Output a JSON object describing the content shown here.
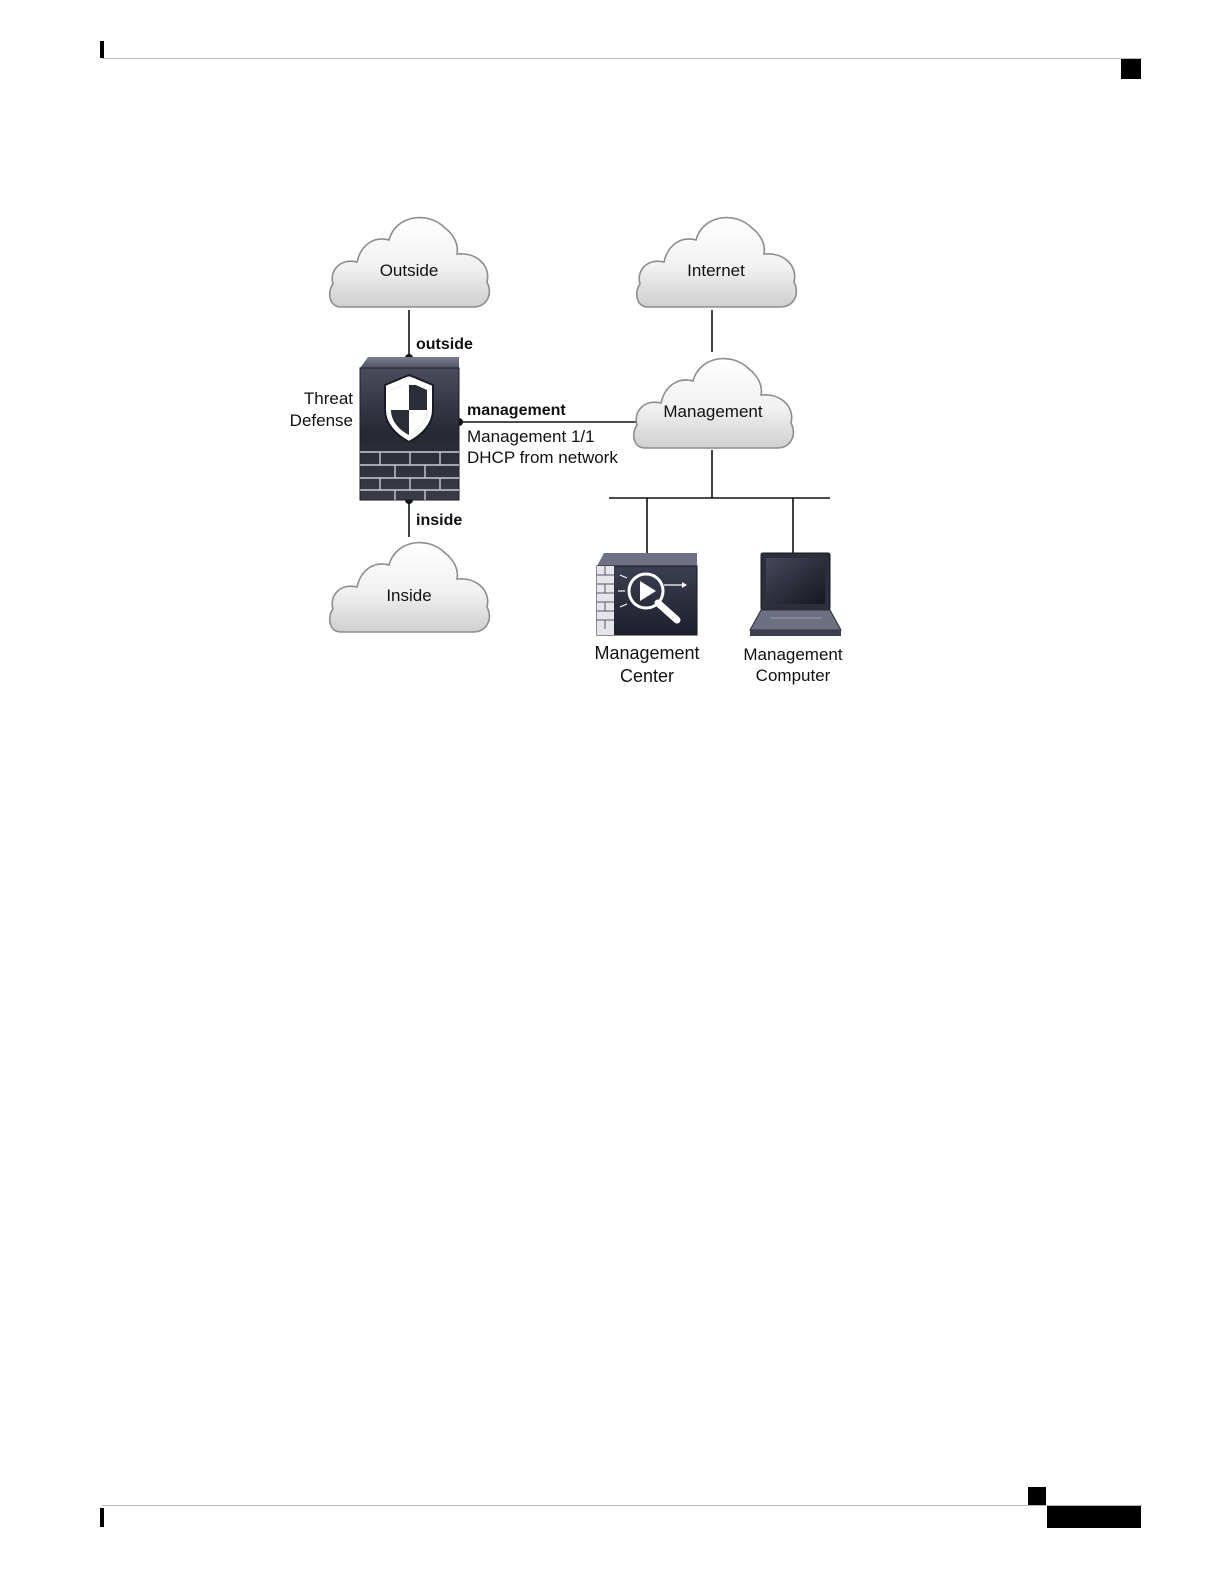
{
  "diagram": {
    "clouds": {
      "outside": "Outside",
      "internet": "Internet",
      "management": "Management",
      "inside": "Inside"
    },
    "device": {
      "name_line1": "Threat",
      "name_line2": "Defense"
    },
    "interfaces": {
      "outside": "outside",
      "inside": "inside",
      "management": "management",
      "management_port": "Management 1/1",
      "management_addressing": "DHCP from network"
    },
    "nodes": {
      "management_center_line1": "Management",
      "management_center_line2": "Center",
      "management_computer_line1": "Management",
      "management_computer_line2": "Computer"
    }
  }
}
